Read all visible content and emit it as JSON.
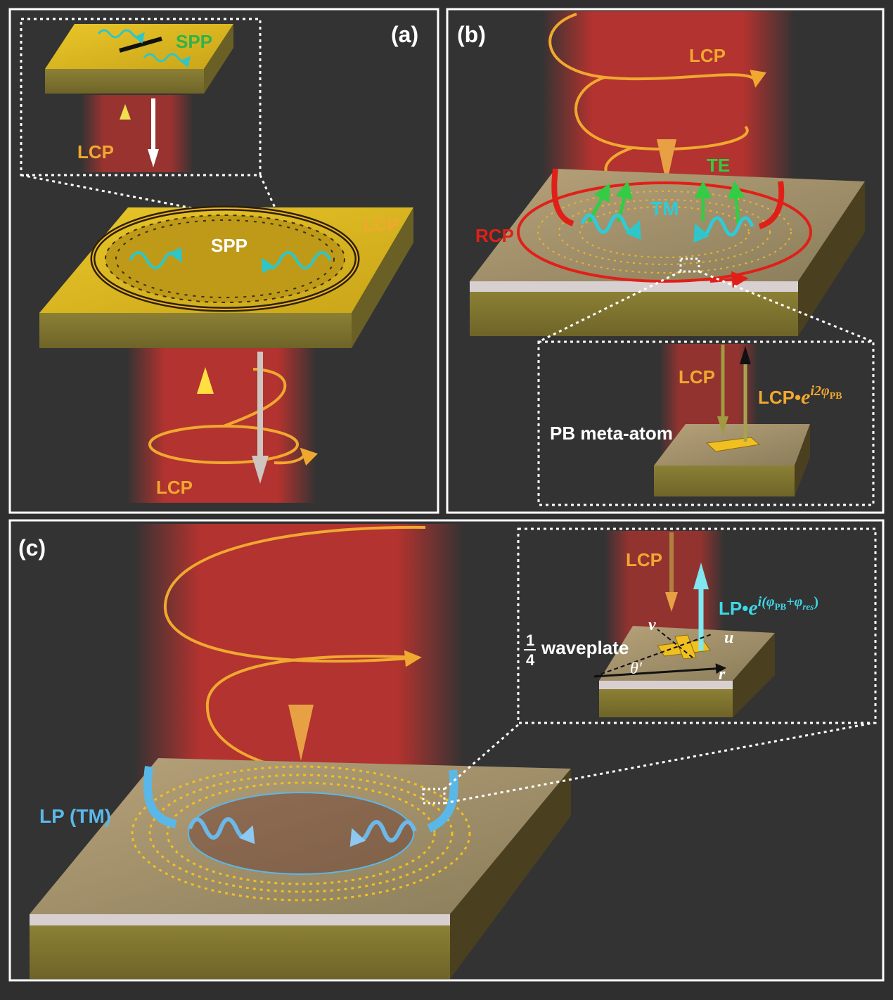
{
  "colors": {
    "background": "#333333",
    "beam": "#c8332e",
    "gold": "#d8b21e",
    "gold_side": "#7b6f2c",
    "spp": "#2ec6c9",
    "lcp": "#f0a830",
    "rcp": "#e02018",
    "te": "#33cc44",
    "tm": "#2ecbd9",
    "lp": "#5ab8e8",
    "label_white": "#ffffff"
  },
  "panels": {
    "a": {
      "tag": "(a)",
      "inset_spp": "SPP",
      "inset_lcp": "LCP",
      "lcp_ring": "LCP",
      "spp_center": "SPP",
      "lcp_bottom": "LCP"
    },
    "b": {
      "tag": "(b)",
      "lcp_top": "LCP",
      "te": "TE",
      "tm": "TM",
      "rcp": "RCP",
      "inset_lcp": "LCP",
      "inset_out_base": "LCP•",
      "inset_out_exp_e": "e",
      "inset_out_exp_sup": "i2φ",
      "inset_out_exp_sub": "PB",
      "inset_atom": "PB meta-atom"
    },
    "c": {
      "tag": "(c)",
      "lp_tm": "LP (TM)",
      "inset_lcp": "LCP",
      "inset_out_base": "LP•",
      "inset_out_exp_e": "e",
      "inset_out_exp_sup": "i(φ",
      "inset_out_exp_sub1": "PB",
      "inset_out_exp_mid": "+φ",
      "inset_out_exp_sub2": "res",
      "inset_out_exp_close": ")",
      "frac_num": "1",
      "frac_den": "4",
      "waveplate": "waveplate",
      "axis_v": "v",
      "axis_u": "u",
      "axis_r": "r",
      "angle": "θ′"
    }
  }
}
